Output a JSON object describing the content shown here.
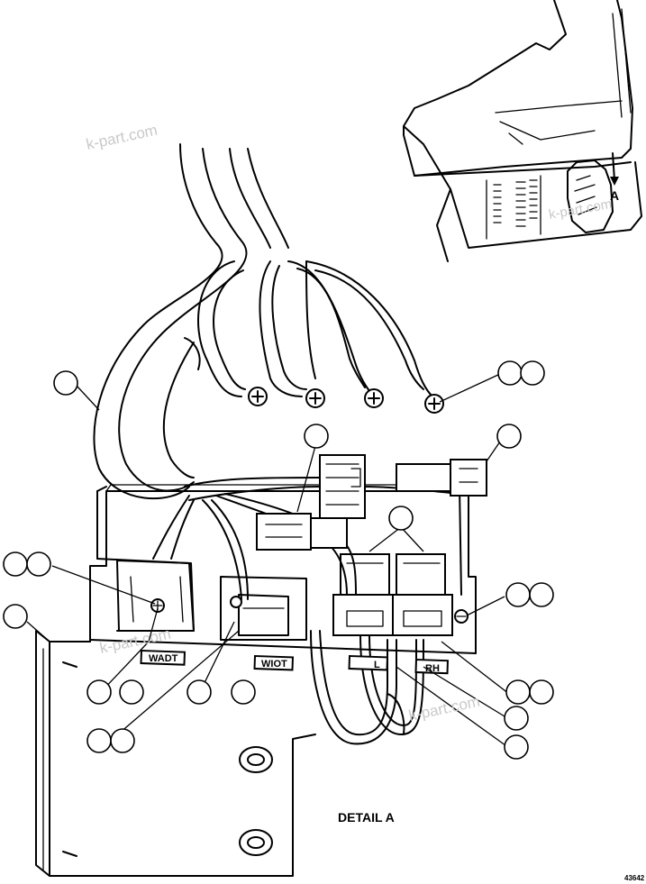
{
  "detail_title": "DETAIL A",
  "detail_marker": "A",
  "figure_number": "43642",
  "watermark": "k-part.com",
  "connector_labels": {
    "wadt": "WADT",
    "wiot": "WIOT",
    "lh": "L",
    "rh": "RH"
  }
}
